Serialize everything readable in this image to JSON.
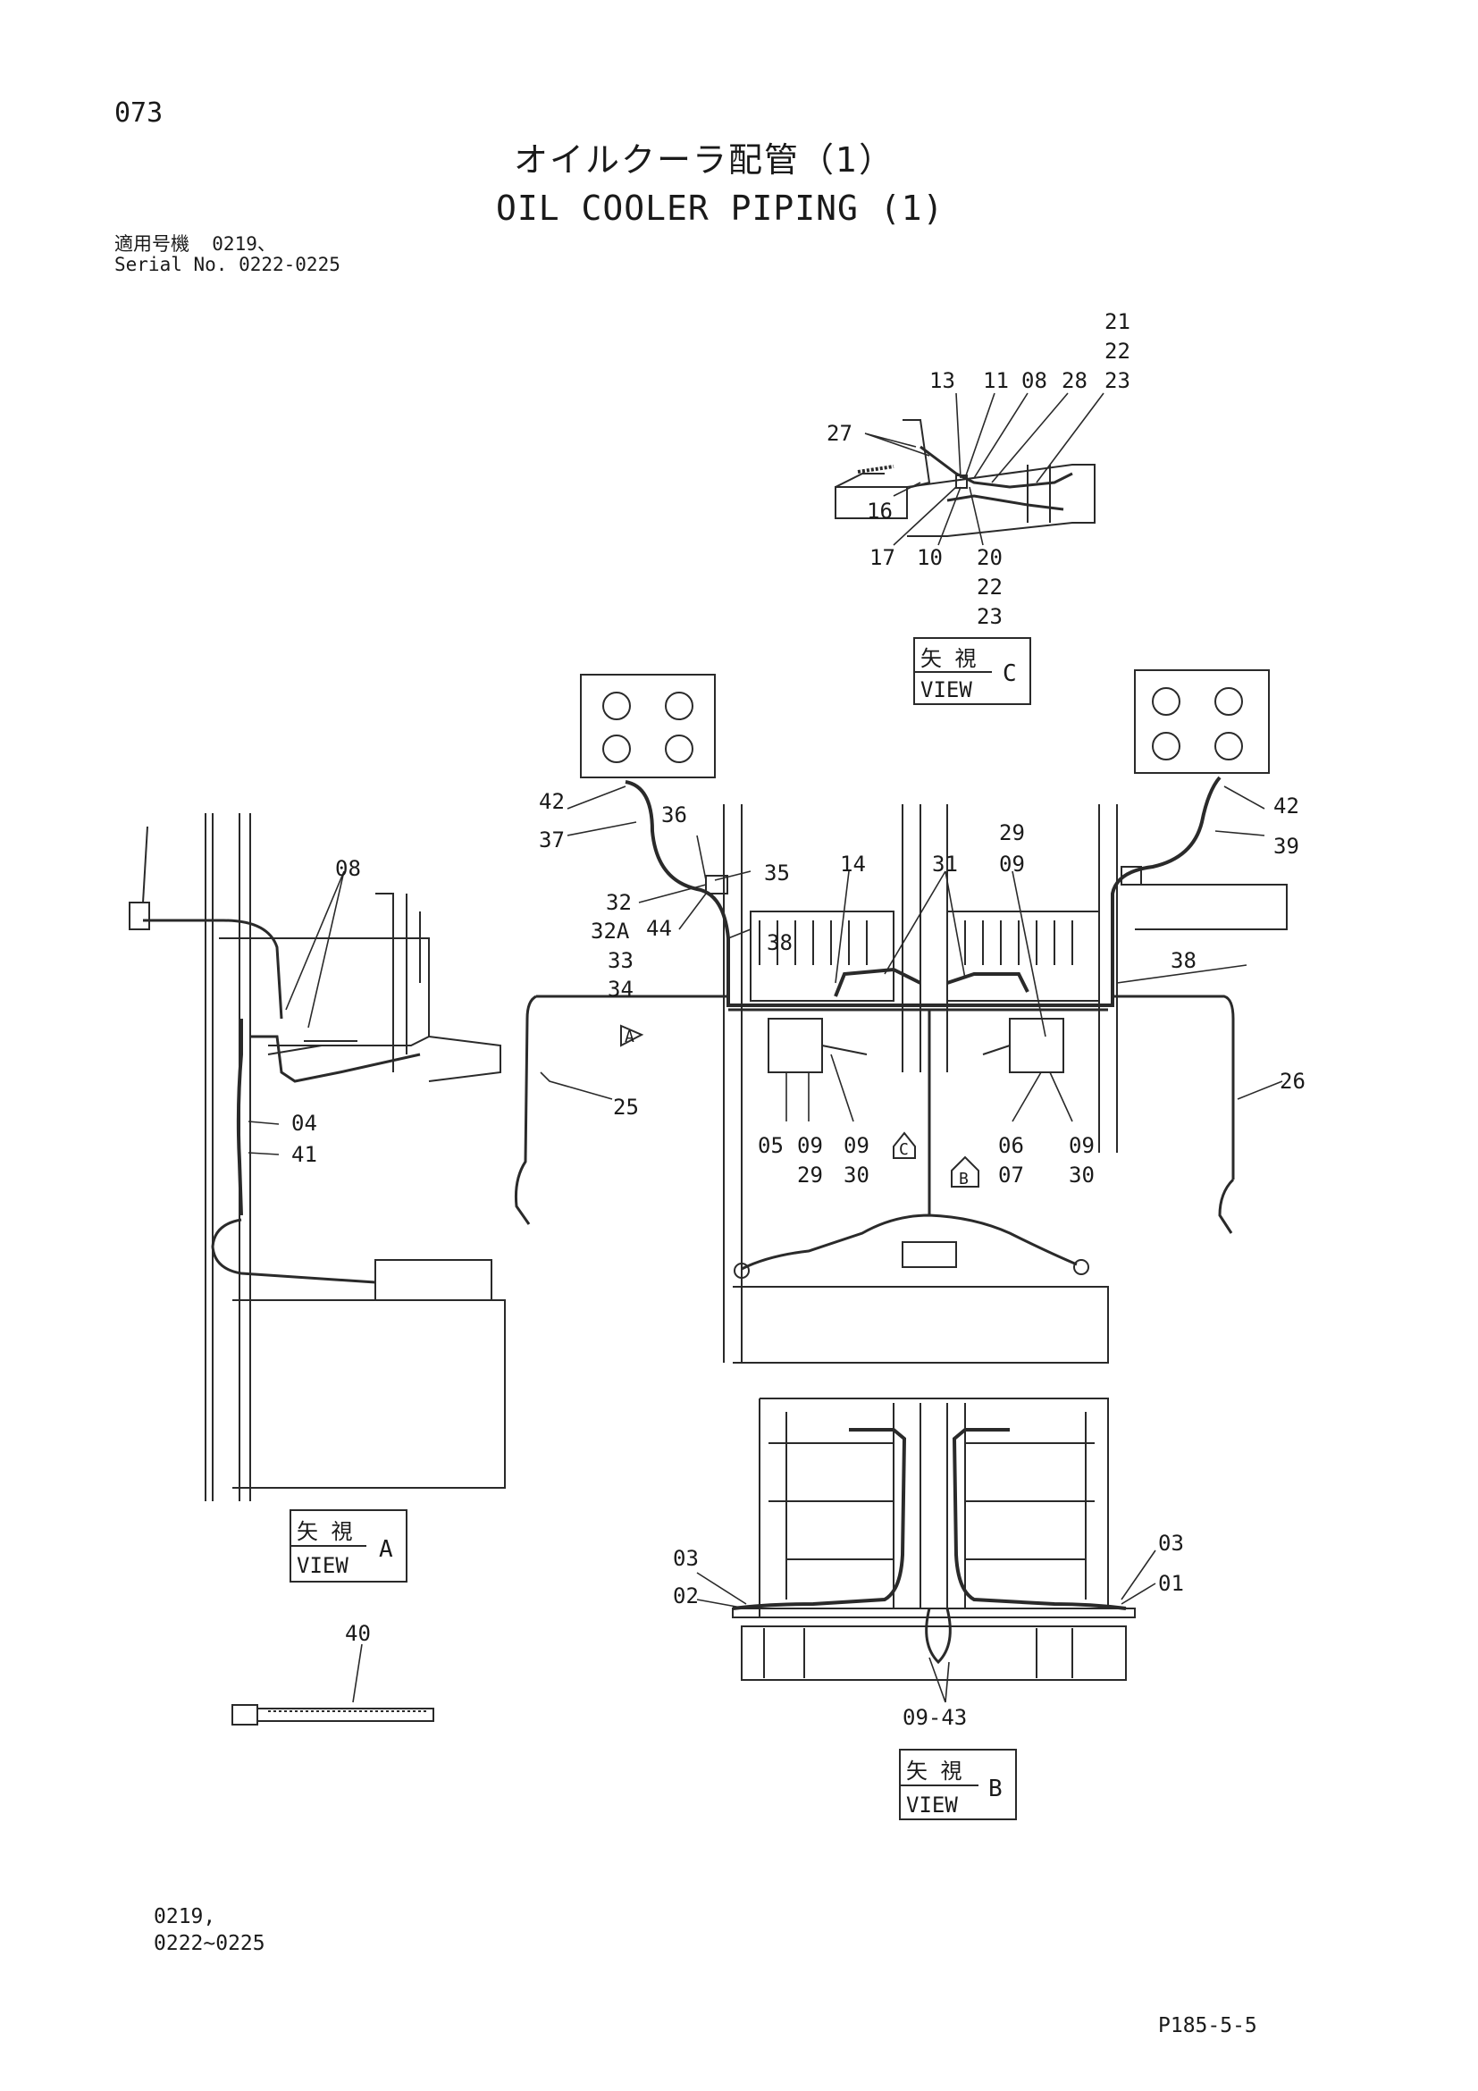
{
  "page_number": "073",
  "title_jp": "オイルクーラ配管（1）",
  "title_en": "OIL COOLER PIPING (1)",
  "serial_line1": "適用号機  0219、",
  "serial_line2": "Serial No. 0222-0225",
  "footer_serial_1": "0219,",
  "footer_serial_2": "0222~0225",
  "footer_code": "P185-5-5",
  "view_label_jp": "矢 視",
  "view_label_en": "VIEW",
  "view_letter_a": "A",
  "view_letter_b": "B",
  "view_letter_c": "C",
  "arrow_a": "A",
  "arrow_b": "B",
  "arrow_c": "C",
  "callouts": {
    "c21": "21",
    "c22a": "22",
    "c23a": "23",
    "c13": "13",
    "c11": "11",
    "c08a": "08",
    "c28": "28",
    "c27": "27",
    "c16": "16",
    "c17": "17",
    "c10": "10",
    "c20": "20",
    "c22b": "22",
    "c23b": "23",
    "c42a": "42",
    "c37": "37",
    "c36": "36",
    "c35": "35",
    "c32": "32",
    "c32a": "32A",
    "c44": "44",
    "c33": "33",
    "c34": "34",
    "c38a": "38",
    "c14": "14",
    "c31": "31",
    "c29a": "29",
    "c09a": "09",
    "c42b": "42",
    "c39": "39",
    "c38b": "38",
    "c26": "26",
    "c25": "25",
    "c05": "05",
    "c09b": "09",
    "c29b": "29",
    "c09c": "09",
    "c30a": "30",
    "c06": "06",
    "c07": "07",
    "c09d": "09",
    "c30b": "30",
    "c08b": "08",
    "c04": "04",
    "c41": "41",
    "c40": "40",
    "c03a": "03",
    "c02": "02",
    "c03b": "03",
    "c01": "01",
    "c0943": "09-43"
  }
}
